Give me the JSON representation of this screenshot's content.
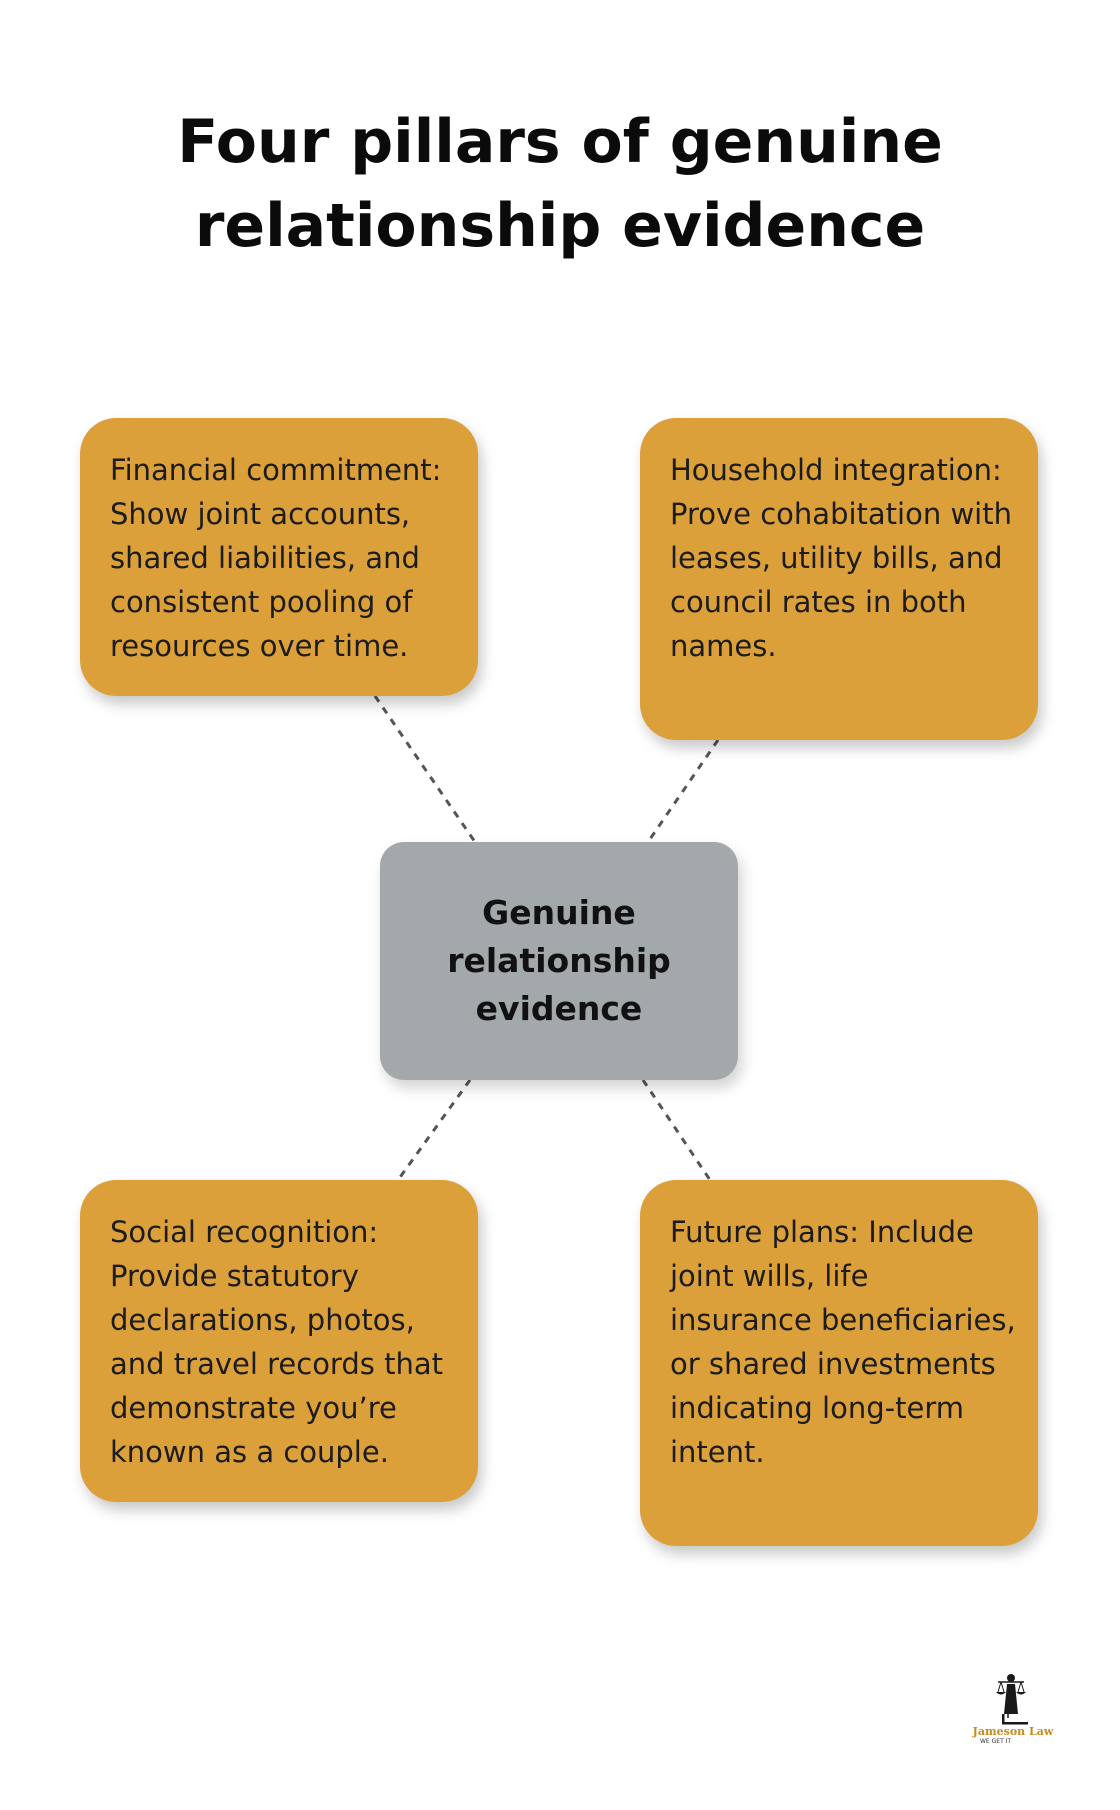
{
  "title": "Four pillars of genuine relationship evidence",
  "center": {
    "label": "Genuine relationship evidence"
  },
  "pillars": [
    {
      "text": "Financial commitment: Show joint accounts, shared liabilities, and consistent pooling of resources over time."
    },
    {
      "text": "Household integration: Prove cohabitation with leases, utility bills, and council rates in both names."
    },
    {
      "text": "Social recognition: Provide statutory declarations, photos, and travel records that demonstrate you’re known as a couple."
    },
    {
      "text": "Future plans: Include joint wills, life insurance beneficiaries, or shared investments indicating long-term intent."
    }
  ],
  "logo": {
    "name": "Jameson Law",
    "tagline": "WE GET IT"
  },
  "colors": {
    "card": "#dca03a",
    "center": "#a3a8ab",
    "connector": "#555555"
  }
}
